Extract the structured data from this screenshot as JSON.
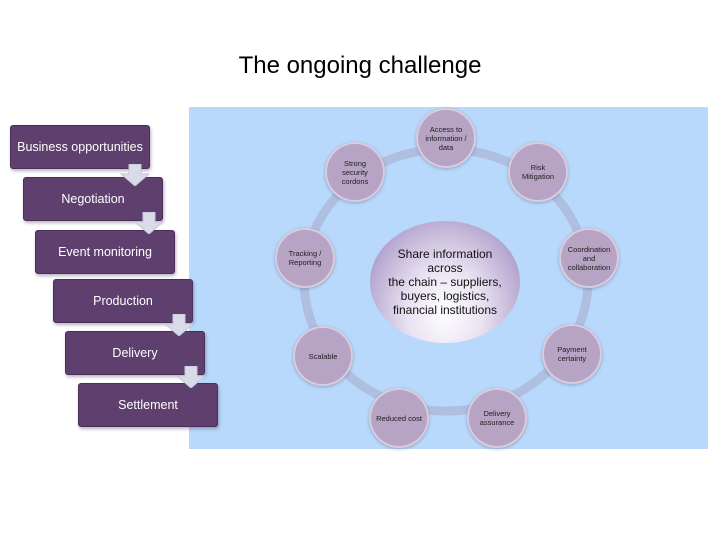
{
  "title": "The ongoing challenge",
  "center_text": "Share information across\nthe chain – suppliers,\nbuyers, logistics,\nfinancial institutions",
  "ring_nodes": [
    "Access to\ninformation /\ndata",
    "Risk\nMitigation",
    "Coordination\nand\ncollaboration",
    "Payment\ncertainty",
    "Delivery\nassurance",
    "Reduced cost",
    "Scalable",
    "Tracking /\nReporting",
    "Strong\nsecurity\ncordons"
  ],
  "steps": [
    "Business opportunities",
    "Negotiation",
    "Event monitoring",
    "Production",
    "Delivery",
    "Settlement"
  ],
  "colors": {
    "panel": "#b8d9fb",
    "step_fill": "#5e3f6d",
    "node_fill": "#b7a3c4",
    "ring": "#aebfe0"
  }
}
